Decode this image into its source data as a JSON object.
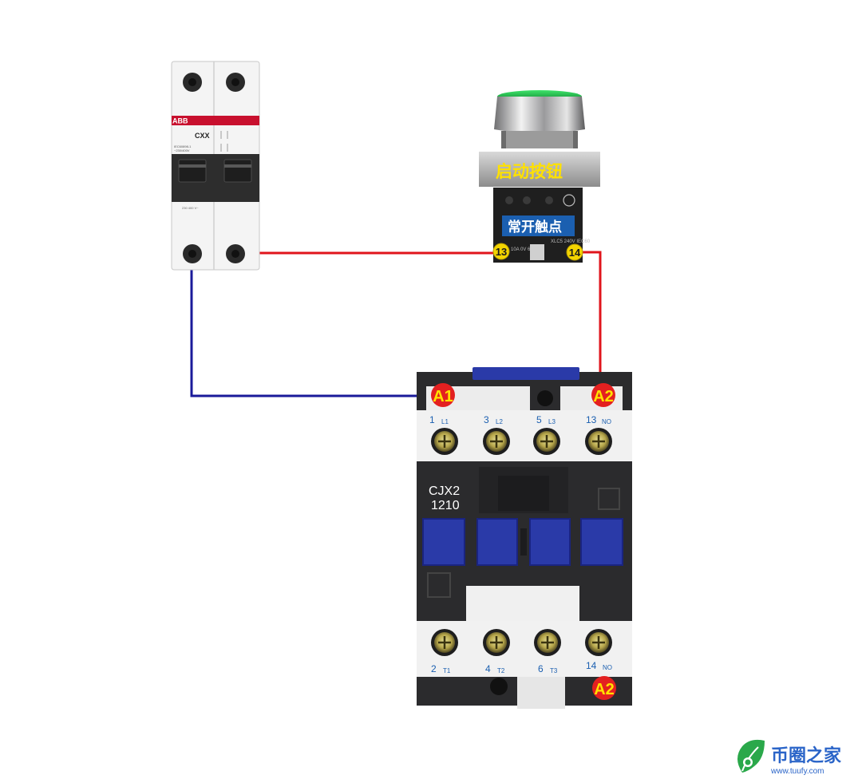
{
  "breaker": {
    "brand": "ABB",
    "model": "CXX",
    "spec_line1": "IEC60898-1",
    "spec_line2": "~230/400V",
    "bottom_text": "230 400 V~"
  },
  "button": {
    "label": "启动按钮",
    "contact_label": "常开触点",
    "terminal_left": "13",
    "terminal_right": "14",
    "spec_left": "10A 0V 6kV",
    "spec_right": "XLC5 240V IEC60"
  },
  "contactor": {
    "model_line1": "CJX2",
    "model_line2": "1210",
    "top_coil_left": "A1",
    "top_coil_right": "A2",
    "bottom_coil": "A2",
    "top_terminals": [
      {
        "num": "1",
        "sub": "L1"
      },
      {
        "num": "3",
        "sub": "L2"
      },
      {
        "num": "5",
        "sub": "L3"
      },
      {
        "num": "13",
        "sub": "NO"
      }
    ],
    "bottom_terminals": [
      {
        "num": "2",
        "sub": "T1"
      },
      {
        "num": "4",
        "sub": "T2"
      },
      {
        "num": "6",
        "sub": "T3"
      },
      {
        "num": "14",
        "sub": "NO"
      }
    ]
  },
  "watermark": {
    "name": "币圈之家",
    "url": "www.tuufy.com"
  },
  "colors": {
    "wire_red": "#e0141b",
    "wire_blue": "#1a1a9a",
    "terminal_badge": "#e32020",
    "badge_text": "#ffe100",
    "contactor_blue": "#2a3aa8",
    "contactor_dark": "#2b2b2d",
    "label_blue": "#1b5fb0",
    "brand_green": "#2aa84a"
  }
}
